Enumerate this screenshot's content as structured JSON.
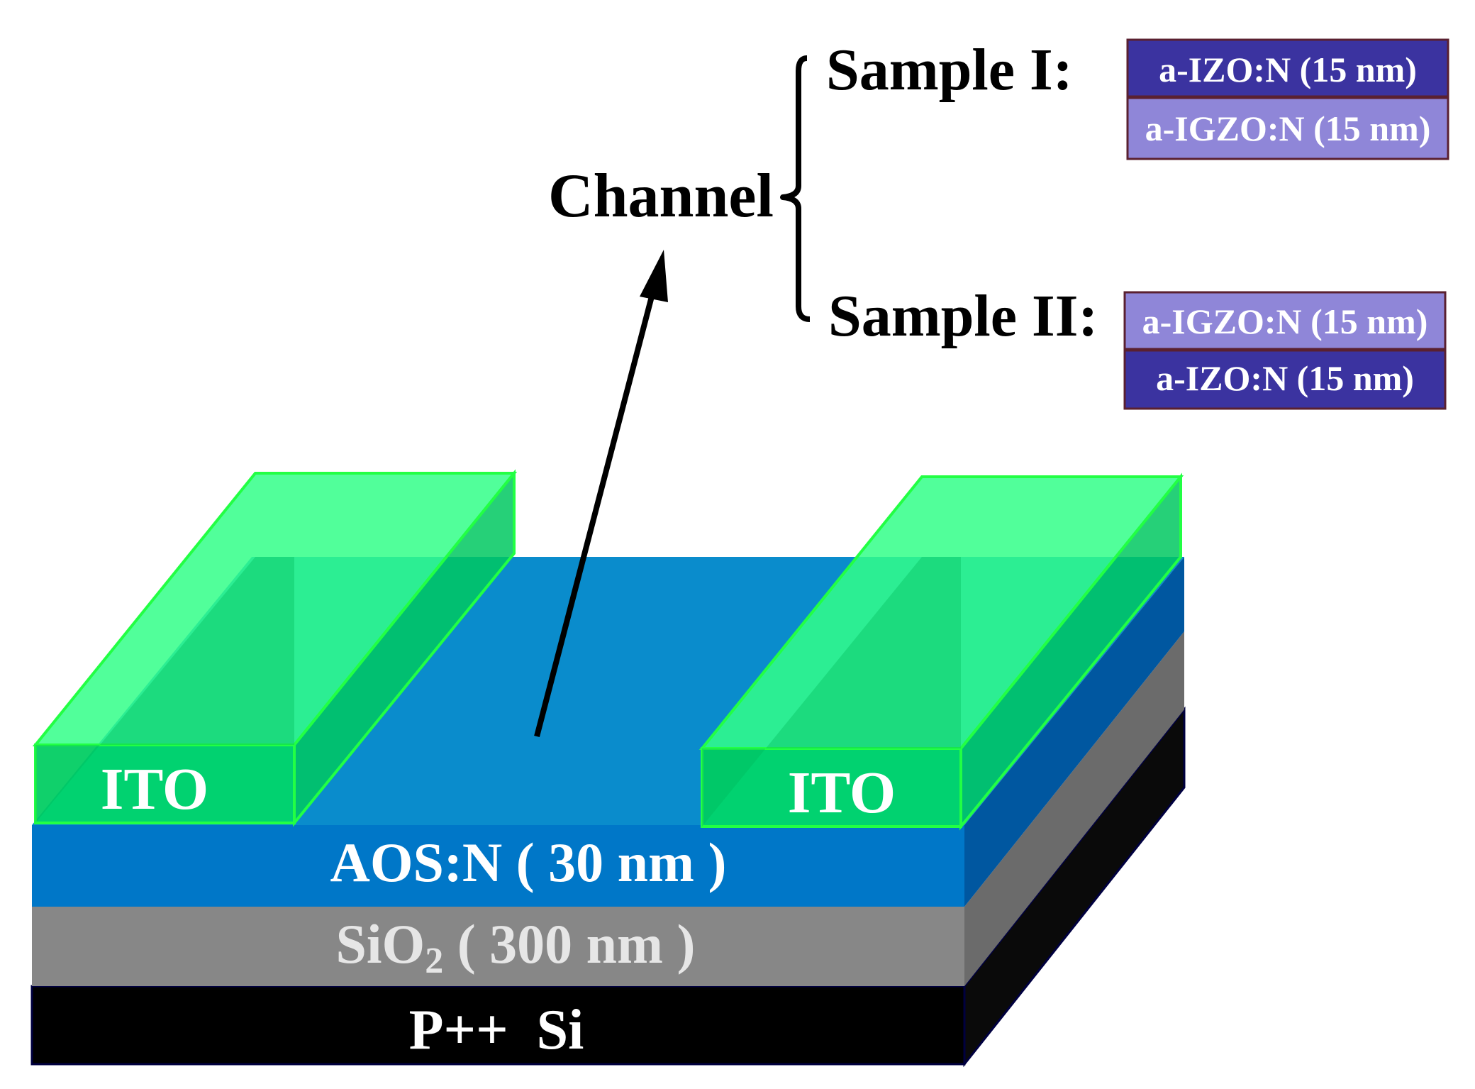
{
  "channel": {
    "label": "Channel",
    "samples": [
      {
        "name": "Sample I:",
        "layers": [
          {
            "label": "a-IZO:N (15 nm)",
            "color": "#3b33a0"
          },
          {
            "label": "a-IGZO:N (15 nm)",
            "color": "#8f86d8"
          }
        ]
      },
      {
        "name": "Sample II:",
        "layers": [
          {
            "label": "a-IGZO:N (15 nm)",
            "color": "#8f86d8"
          },
          {
            "label": "a-IZO:N (15 nm)",
            "color": "#3b33a0"
          }
        ]
      }
    ]
  },
  "device": {
    "electrodes": [
      {
        "label": "ITO",
        "color": "#00e676"
      },
      {
        "label": "ITO",
        "color": "#00e676"
      }
    ],
    "aos_layer": {
      "label": "AOS:N ( 30 nm )",
      "color": "#0077c8"
    },
    "oxide_layer": {
      "label_main": "SiO",
      "label_sub": "2",
      "label_rest": " ( 300 nm )",
      "color": "#878787"
    },
    "substrate": {
      "label": "P++  Si",
      "color": "#000000"
    }
  }
}
